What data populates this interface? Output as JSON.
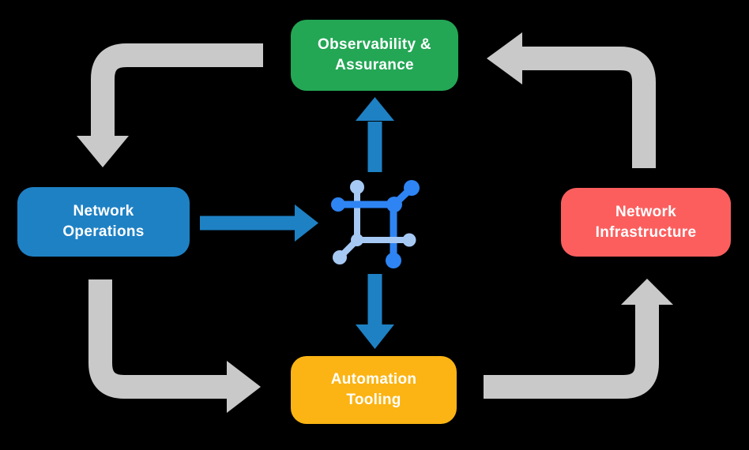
{
  "diagram": {
    "nodes": {
      "observability": {
        "line1": "Observability &",
        "line2": "Assurance",
        "color": "#23A755"
      },
      "operations": {
        "line1": "Network",
        "line2": "Operations",
        "color": "#1E81C4"
      },
      "infrastructure": {
        "line1": "Network",
        "line2": "Infrastructure",
        "color": "#FC5E5E"
      },
      "automation": {
        "line1": "Automation",
        "line2": "Tooling",
        "color": "#FBB413"
      }
    },
    "colors": {
      "background": "#000000",
      "text": "#FFFFFF",
      "cycle_arrow": "#C9C9C9",
      "flow_arrow": "#1E81C4",
      "icon_dark": "#2E84F3",
      "icon_light": "#A6C9F4"
    },
    "icon": {
      "name": "network-hub-icon"
    },
    "edges": {
      "cycle": [
        {
          "from": "Observability & Assurance",
          "to": "Network Operations"
        },
        {
          "from": "Network Operations",
          "to": "Automation Tooling"
        },
        {
          "from": "Automation Tooling",
          "to": "Network Infrastructure"
        },
        {
          "from": "Network Infrastructure",
          "to": "Observability & Assurance"
        }
      ],
      "flows": [
        {
          "from": "Network Operations",
          "to": "network-hub-icon"
        },
        {
          "from": "network-hub-icon",
          "to": "Observability & Assurance"
        },
        {
          "from": "network-hub-icon",
          "to": "Automation Tooling"
        }
      ]
    }
  }
}
